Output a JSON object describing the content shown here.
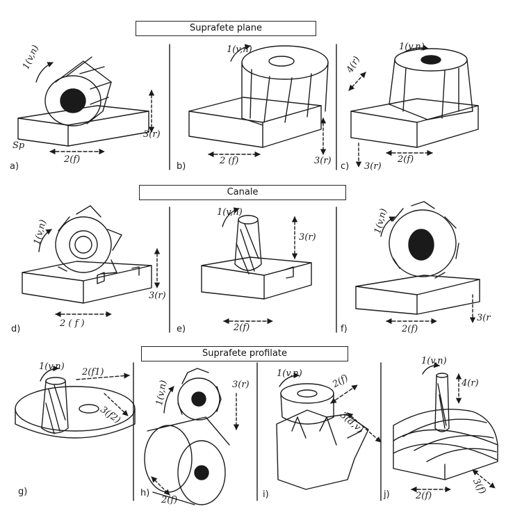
{
  "sections": {
    "plane": "Suprafete plane",
    "canale": "Canale",
    "profilate": "Suprafete profilate"
  },
  "panels": {
    "a": {
      "caption": "a)",
      "rot": "1(v,n)",
      "depth": "3(r)",
      "feed": "2(f)",
      "surface": "Sp"
    },
    "b": {
      "caption": "b)",
      "rot": "1(v,n)",
      "depth": "3(r)",
      "feed": "2 (f)"
    },
    "c": {
      "caption": "c)",
      "rot": "1(v,n)",
      "side": "4(r)",
      "depth": "3(r)",
      "feed": "2(f)"
    },
    "d": {
      "caption": "d)",
      "rot": "1(v,n)",
      "depth": "3(r)",
      "feed": "2 ( f )"
    },
    "e": {
      "caption": "e)",
      "rot": "1(v,n)",
      "depth": "3(r)",
      "feed": "2(f)"
    },
    "f": {
      "caption": "f)",
      "rot": "1(v,n)",
      "depth": "3(r",
      "feed": "2(f)"
    },
    "g": {
      "caption": "g)",
      "rot": "1(v,n)",
      "f1": "2(f1)",
      "f2": "3(f2)"
    },
    "h": {
      "caption": "h)",
      "rot": "1(v,n)",
      "depth": "3(r)",
      "feed": "2(f)"
    },
    "i": {
      "caption": "i)",
      "rot": "1(v,n)",
      "feed": "2(f)",
      "extra": "3(d,v)"
    },
    "j": {
      "caption": "j)",
      "rot": "1(v,n)",
      "depth": "4(r)",
      "f1": "2(f)",
      "f2": "3(f)"
    }
  }
}
